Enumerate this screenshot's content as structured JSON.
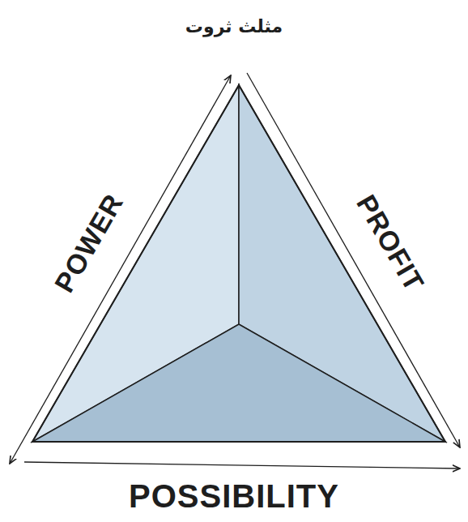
{
  "diagram": {
    "title": "مثلث ثروت",
    "labels": [
      "POWER",
      "PROFIT",
      "POSSIBILITY"
    ]
  }
}
